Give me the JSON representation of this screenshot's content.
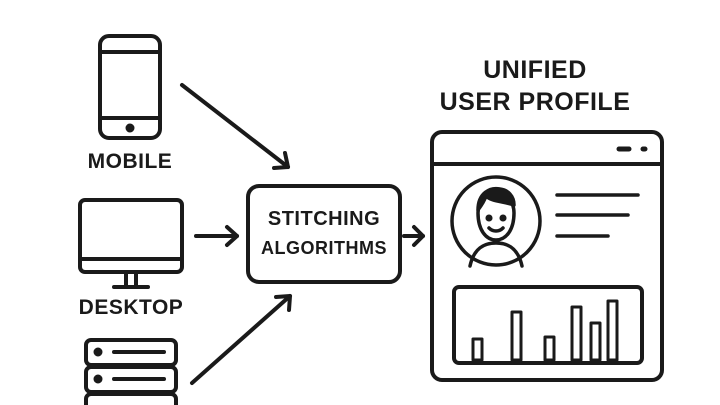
{
  "sources": {
    "mobile": {
      "label": "MOBILE",
      "icon": "smartphone-icon"
    },
    "desktop": {
      "label": "DESKTOP",
      "icon": "desktop-monitor-icon"
    },
    "server": {
      "label": "",
      "icon": "server-stack-icon"
    }
  },
  "process": {
    "line1": "STITCHING",
    "line2": "ALGORITHMS"
  },
  "output": {
    "title_line1": "UNIFIED",
    "title_line2": "USER PROFILE",
    "avatar_icon": "user-avatar-icon",
    "bar_levels": [
      0.34,
      0.78,
      0.37,
      0.85,
      0.6,
      0.95
    ]
  },
  "colors": {
    "stroke": "#1a1a1a",
    "background": "#ffffff"
  }
}
